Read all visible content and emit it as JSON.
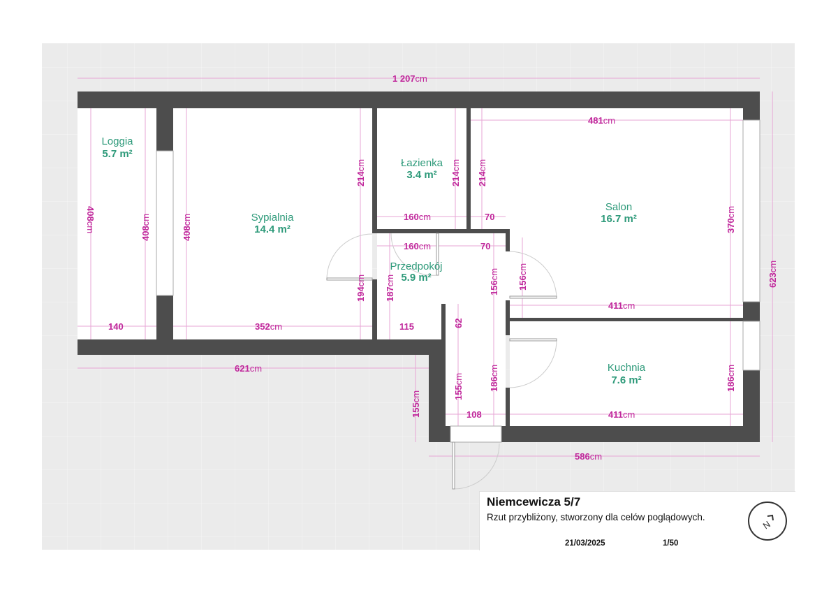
{
  "rooms": [
    {
      "name": "Loggia",
      "area": "5.7 m²"
    },
    {
      "name": "Sypialnia",
      "area": "14.4 m²"
    },
    {
      "name": "Łazienka",
      "area": "3.4 m²"
    },
    {
      "name": "Salon",
      "area": "16.7 m²"
    },
    {
      "name": "Przedpokój",
      "area": "5.9 m²"
    },
    {
      "name": "Kuchnia",
      "area": "7.6 m²"
    }
  ],
  "unit": "cm",
  "dimensions": {
    "total_width": "1 207",
    "total_height": "623",
    "loggia_height_outer": "408",
    "loggia_height_inner": "408",
    "loggia_width": "140",
    "sypialnia_height": "408",
    "sypialnia_width": "352",
    "sypialnia_right_upper": "214",
    "sypialnia_right_lower": "194",
    "lazienka_height": "214",
    "lazienka_width": "160",
    "salon_left_height": "214",
    "salon_top_width": "481",
    "salon_height": "370",
    "salon_bottom_width": "411",
    "gap_70_top": "70",
    "hall_width_top": "160",
    "hall_70": "70",
    "hall_left_height": "187",
    "hall_right_upper": "156",
    "salon_door_height": "156",
    "hall_115": "115",
    "hall_62": "62",
    "hall_155": "155",
    "hall_186": "186",
    "hall_108": "108",
    "kuchnia_width": "411",
    "kuchnia_height": "186",
    "bottom_left_width": "621",
    "entrance_depth": "155",
    "bottom_right_width": "586"
  },
  "title_block": {
    "address": "Niemcewicza 5/7",
    "note": "Rzut przybliżony, stworzony dla celów poglądowych.",
    "date": "21/03/2025",
    "scale": "1/50",
    "north_icon_letter": "N"
  },
  "colors": {
    "wall": "#4d4d4d",
    "dimension": "#c0279b",
    "room_label": "#2e9a7a",
    "background": "#ebebeb"
  }
}
